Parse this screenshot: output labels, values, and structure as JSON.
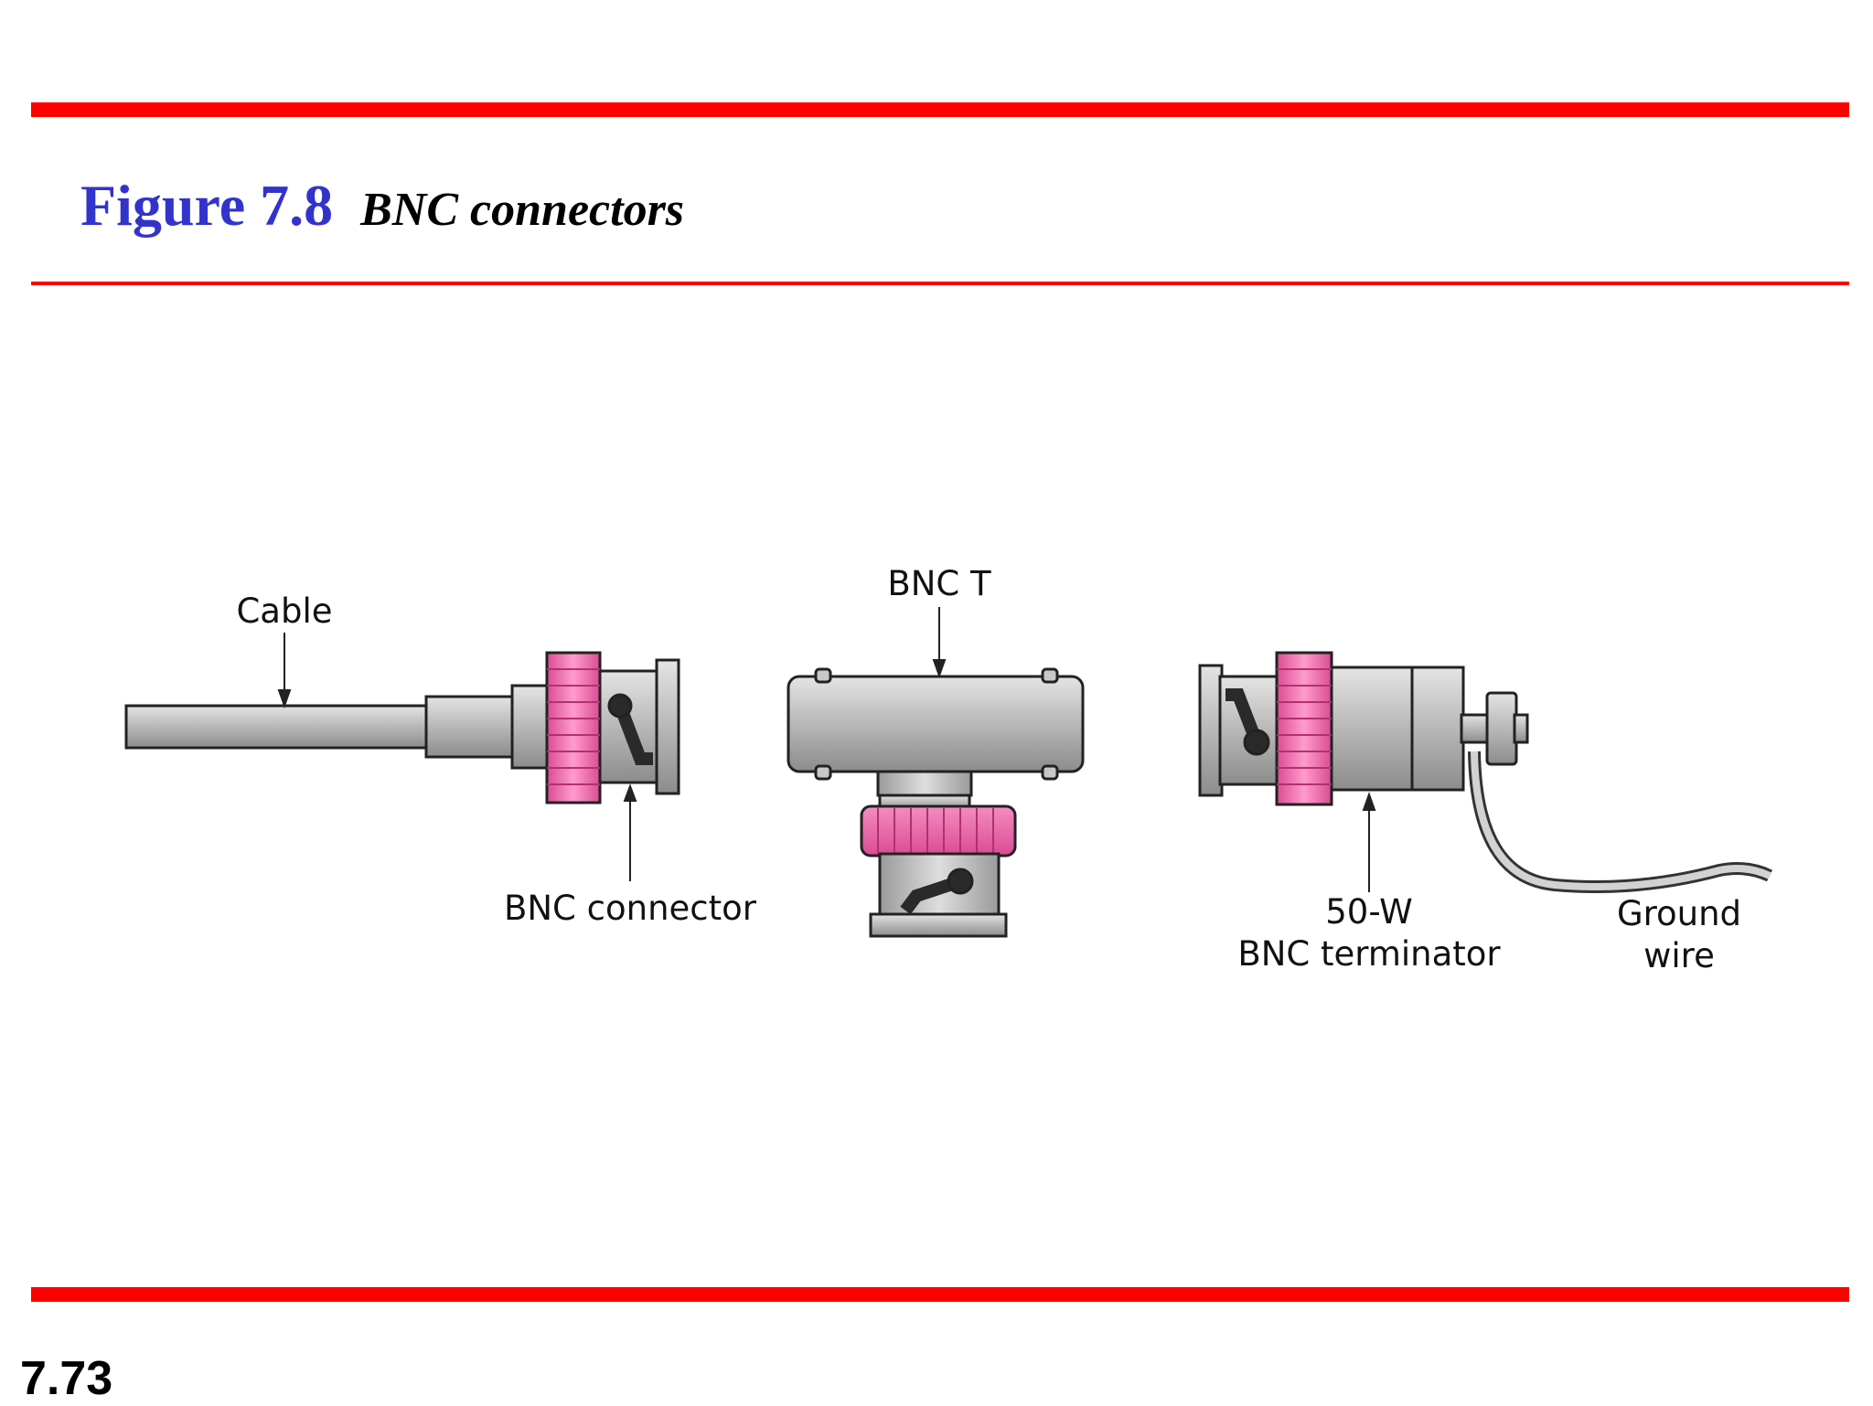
{
  "slide": {
    "figure_number": "Figure 7.8",
    "figure_caption": "BNC connectors",
    "page_number": "7.73"
  },
  "labels": {
    "cable": "Cable",
    "bnc_connector": "BNC connector",
    "bnc_t": "BNC T",
    "terminator_line1": "50-W",
    "terminator_line2": "BNC terminator",
    "ground_line1": "Ground",
    "ground_line2": "wire"
  },
  "colors": {
    "accent_rule": "#ff0000",
    "title_blue": "#3333cc",
    "connector_pink": "#ee5fa8",
    "metal_gray": "#b8b8b8"
  }
}
